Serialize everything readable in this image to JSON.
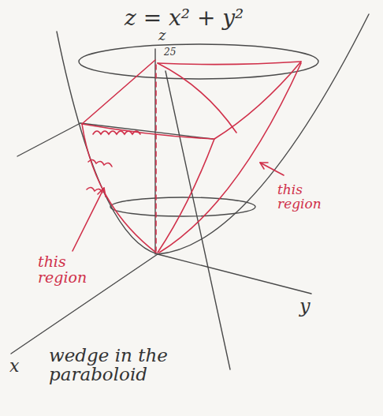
{
  "diagram": {
    "title": "z = x² + y²",
    "caption": "wedge in the paraboloid",
    "labels": [
      "z",
      "25",
      "y",
      "x",
      "this region",
      "this region"
    ]
  }
}
